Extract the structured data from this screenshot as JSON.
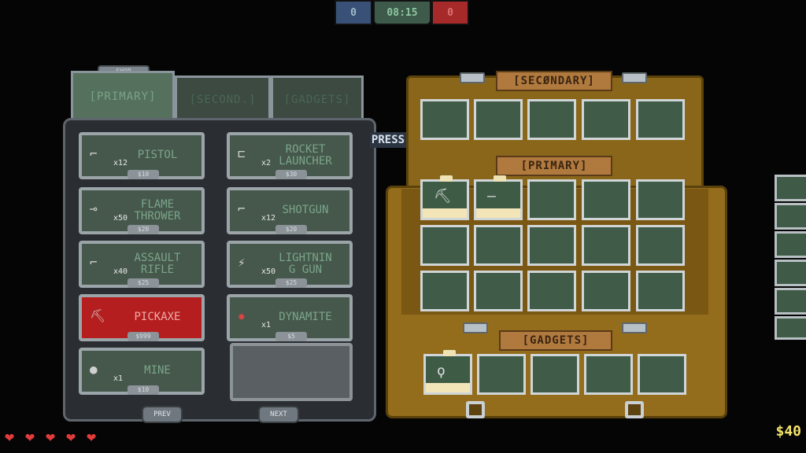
{
  "hud": {
    "blue_score": "0",
    "timer": "08:15",
    "red_score": "0",
    "money": "$40",
    "hearts": [
      "❤",
      "❤",
      "❤",
      "❤",
      "❤"
    ]
  },
  "shop": {
    "label": "SHOP",
    "tabs": [
      "[PRIMARY]",
      "[SECOND.]",
      "[GADGETS]"
    ],
    "items_left": [
      {
        "name": "PISTOL",
        "qty": "x12",
        "price": "$10",
        "icon": "pistol-icon",
        "glyph": "⌐"
      },
      {
        "name": "FLAME\nTHROWER",
        "qty": "x50",
        "price": "$20",
        "icon": "flamethrower-icon",
        "glyph": "⊸"
      },
      {
        "name": "ASSAULT\nRIFLE",
        "qty": "x40",
        "price": "$25",
        "icon": "assault-rifle-icon",
        "glyph": "⌐"
      },
      {
        "name": "PICKAXE",
        "qty": "",
        "price": "$999",
        "icon": "pickaxe-icon",
        "glyph": "⛏"
      },
      {
        "name": "MINE",
        "qty": "x1",
        "price": "$10",
        "icon": "mine-icon",
        "glyph": "●"
      }
    ],
    "items_right": [
      {
        "name": "ROCKET\nLAUNCHER",
        "qty": "x2",
        "price": "$30",
        "icon": "rocket-launcher-icon",
        "glyph": "⊏"
      },
      {
        "name": "SHOTGUN",
        "qty": "x12",
        "price": "$20",
        "icon": "shotgun-icon",
        "glyph": "⌐"
      },
      {
        "name": "LIGHTNIN\nG GUN",
        "qty": "x50",
        "price": "$25",
        "icon": "lightning-gun-icon",
        "glyph": "⚡"
      },
      {
        "name": "DYNAMITE",
        "qty": "x1",
        "price": "$5",
        "icon": "dynamite-icon",
        "glyph": "✹"
      }
    ],
    "prev": "PREV",
    "next": "NEXT",
    "press": "PRESS"
  },
  "loadout": {
    "secondary_label": "[SECØNDARY]",
    "primary_label": "[PRIMARY]",
    "gadgets_label": "[GADGETS]",
    "primary_filled": [
      {
        "icon": "pickaxe-icon",
        "glyph": "⛏"
      },
      {
        "icon": "sword-icon",
        "glyph": "—"
      }
    ],
    "gadget_filled": [
      {
        "icon": "rope-icon",
        "glyph": "ϙ"
      }
    ]
  },
  "colors": {
    "accent_green": "#7aa58a",
    "selected_red": "#b51e1e",
    "case_brown": "#936c1c",
    "money_yellow": "#f4e36a"
  }
}
